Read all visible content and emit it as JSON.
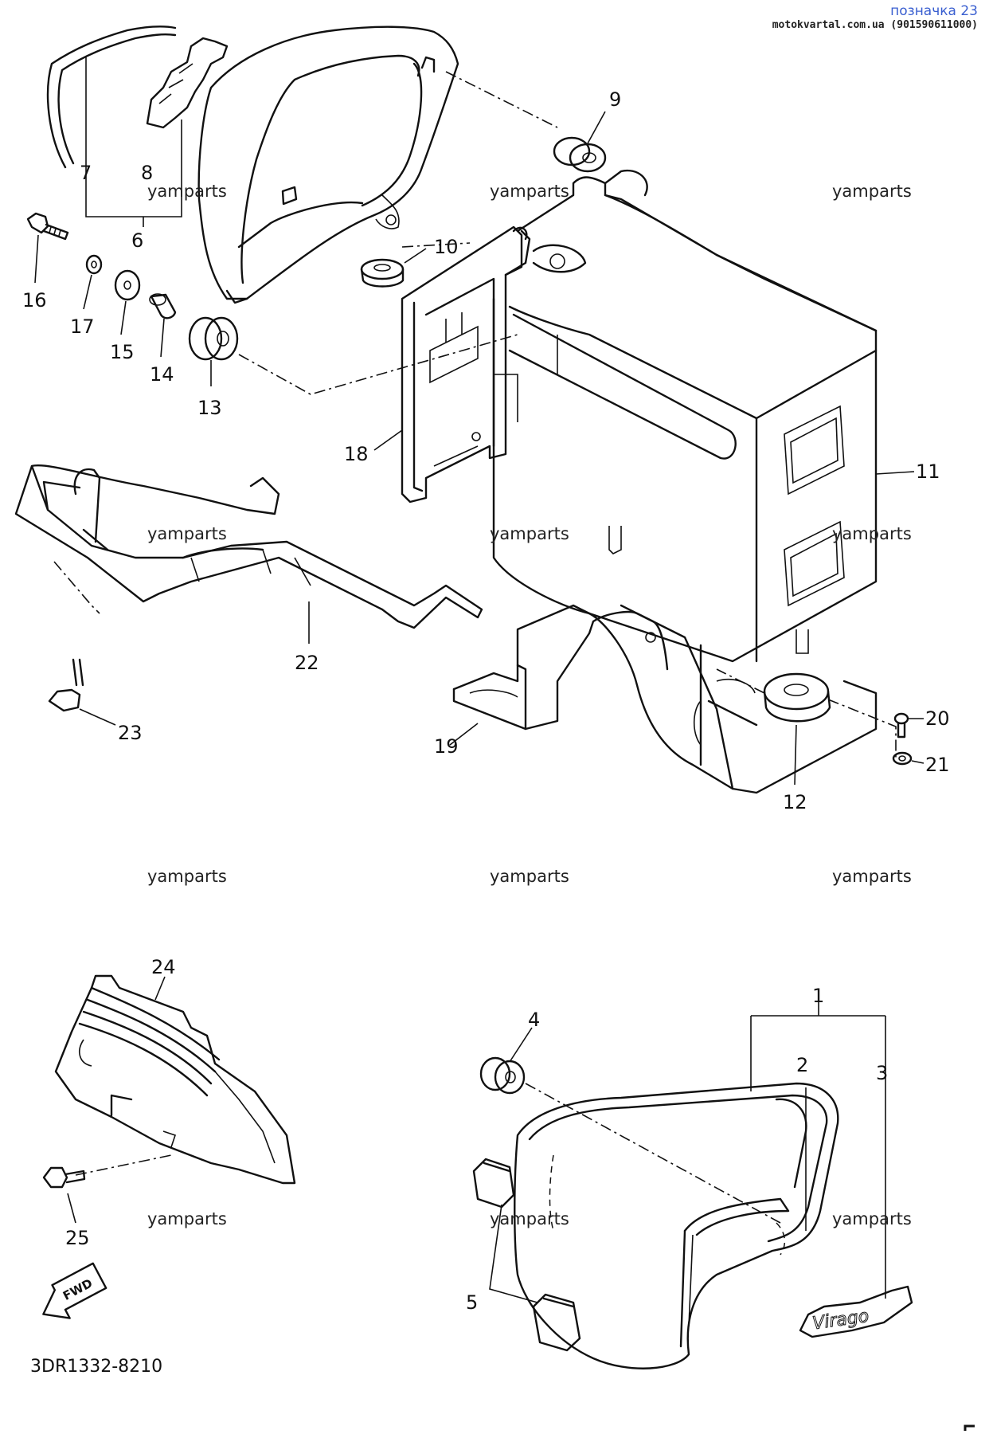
{
  "header": {
    "title": "позначка 23",
    "site": "motokvartal.com.ua (901590611000)"
  },
  "diagram_code": "3DR1332-8210",
  "fwd_label": "FWD",
  "brand_emblem_text": "Virago",
  "watermark": "yamparts",
  "part_numbers": [
    "1",
    "2",
    "3",
    "4",
    "5",
    "6",
    "7",
    "8",
    "9",
    "10",
    "11",
    "12",
    "13",
    "14",
    "15",
    "16",
    "17",
    "18",
    "19",
    "20",
    "21",
    "22",
    "23",
    "24",
    "25"
  ]
}
